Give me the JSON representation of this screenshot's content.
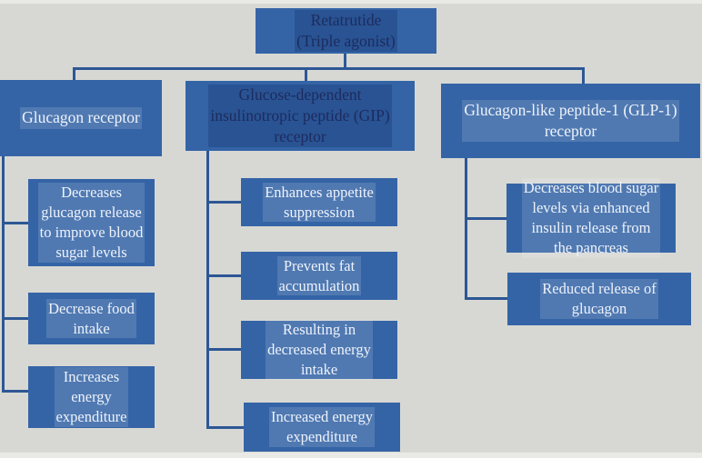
{
  "diagram_title": "Retatrutide triple agonist mechanism flowchart",
  "root": {
    "label": "Retatrutide\n(Triple agonist)"
  },
  "branches": [
    {
      "label": "Glucagon receptor",
      "children": [
        "Decreases\nglucagon release\nto improve blood\nsugar levels",
        "Decrease food\nintake",
        "Increases\nenergy\nexpenditure"
      ]
    },
    {
      "label": "Glucose-dependent\ninsulinotropic peptide (GIP)\nreceptor",
      "children": [
        "Enhances appetite\nsuppression",
        "Prevents fat\naccumulation",
        "Resulting in\ndecreased energy\nintake",
        "Increased energy\nexpenditure"
      ]
    },
    {
      "label": "Glucagon-like peptide-1 (GLP-1)\nreceptor",
      "children": [
        "Decreases blood sugar\nlevels via enhanced\ninsulin release from\nthe pancreas",
        "Reduced release of\nglucagon"
      ]
    }
  ],
  "colors": {
    "node_fill": "#3464a6",
    "connector": "#2d5795",
    "background": "#d7d8d4",
    "text_light": "#eef3fa",
    "text_dark": "#1d2b5f",
    "highlight_light": "rgba(255,255,255,0.14)",
    "highlight_dark": "rgba(10,28,88,0.24)"
  }
}
